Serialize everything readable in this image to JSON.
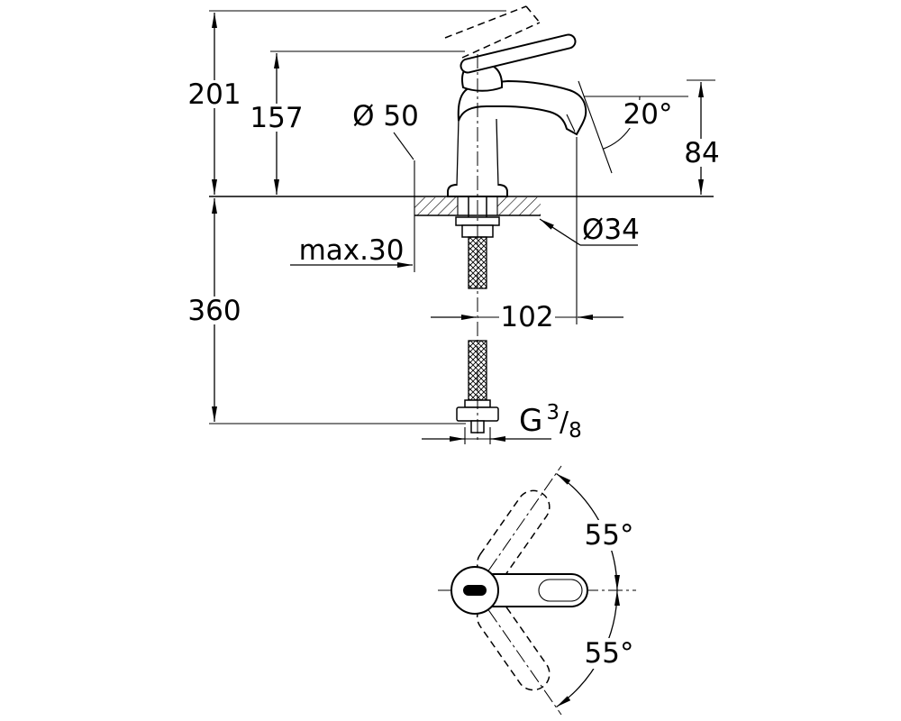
{
  "drawing": {
    "background_color": "#ffffff",
    "line_color": "#000000",
    "side_view": {
      "overall_height": "201",
      "handle_height": "157",
      "base_diameter": "Ø 50",
      "spout_angle": "20°",
      "outlet_height": "84",
      "hole_diameter": "Ø34",
      "max_counter_thickness": "max.30",
      "hose_length": "360",
      "spout_reach": "102",
      "thread": {
        "prefix": "G",
        "numerator": "3",
        "slash": "/",
        "denominator": "8"
      }
    },
    "top_view": {
      "swivel_upper": "55°",
      "swivel_lower": "55°"
    }
  }
}
